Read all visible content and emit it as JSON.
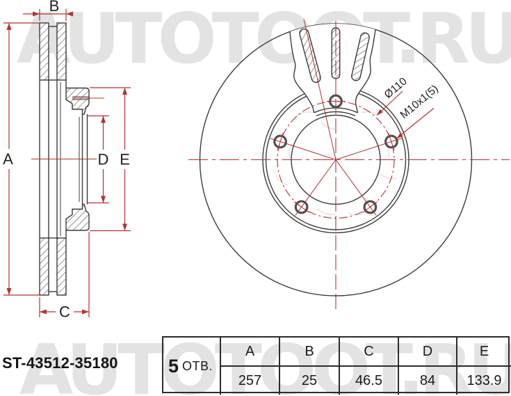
{
  "watermark": {
    "text": "AUTOTOOT.RU",
    "color": "#e3e3e3"
  },
  "part_number": "ST-43512-35180",
  "drawing": {
    "labels": {
      "A": "A",
      "B": "B",
      "C": "C",
      "D": "D",
      "E": "E"
    },
    "annotations": {
      "bolt_circle_diameter": "Ø110",
      "thread_spec": "M10x1(5)"
    },
    "line_color": "#3b3b3b",
    "dimension_color": "#b23432"
  },
  "spec_table": {
    "holes_count": "5",
    "holes_label": "ОТВ.",
    "columns": [
      "A",
      "B",
      "C",
      "D",
      "E"
    ],
    "values": [
      "257",
      "25",
      "46.5",
      "84",
      "133.9"
    ]
  }
}
